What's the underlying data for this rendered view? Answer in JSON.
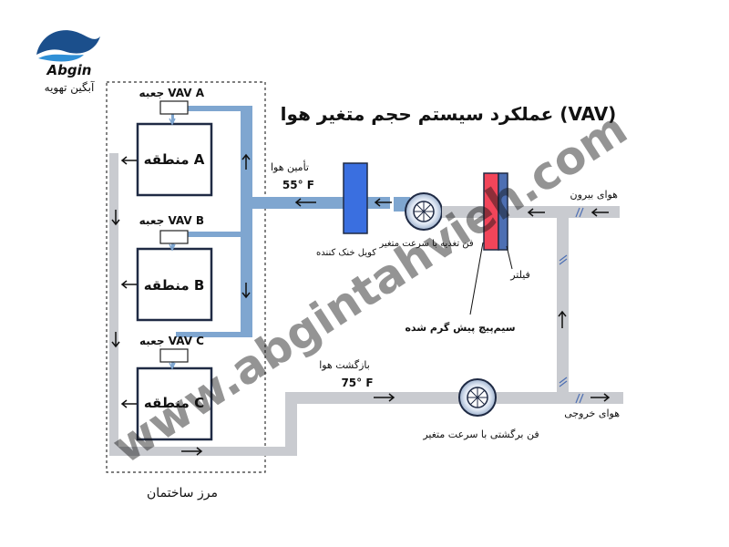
{
  "logo": {
    "brand": "Abgin",
    "tagline": "آبگین تهویه"
  },
  "title": "عملکرد سیستم حجم متغیر هوا (VAV)",
  "watermark": "www.abgintahvieh.com",
  "building_boundary": "مرز ساختمان",
  "zones": [
    {
      "box_label": "جعبه VAV A",
      "zone_label": "منطقه A"
    },
    {
      "box_label": "جعبه VAV B",
      "zone_label": "منطقه B"
    },
    {
      "box_label": "جعبه VAV C",
      "zone_label": "منطقه C"
    }
  ],
  "supply_air": {
    "label": "تأمین هوا",
    "temp": "55° F"
  },
  "return_air": {
    "label": "بازگشت هوا",
    "temp": "75° F"
  },
  "cooling_coil": "کویل خنک کننده",
  "supply_fan": "فن تغذیه با سرعت متغیر",
  "filter": "فیلتر",
  "preheat_coil": "سیم‌پیچ پیش گرم شده",
  "outside_air": "هوای بیرون",
  "exhaust_air": "هوای خروجی",
  "return_fan": "فن برگشتی با سرعت متغیر",
  "colors": {
    "supply_duct": "#7fa6d0",
    "return_duct": "#c9cbd0",
    "coil_blue": "#3a6fe0",
    "filter_red": "#f2455a",
    "filter_blue": "#4d6fb3",
    "arrow": "#111111",
    "logo_blue": "#1b4f8c",
    "watermark": "#c8c8c8"
  }
}
